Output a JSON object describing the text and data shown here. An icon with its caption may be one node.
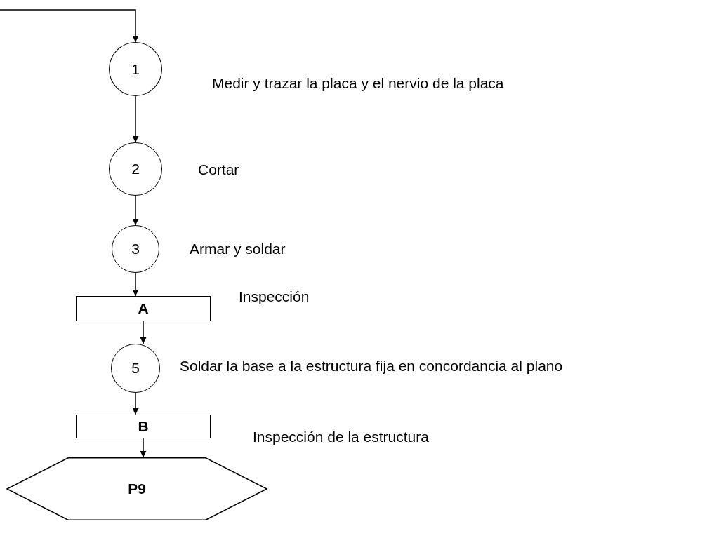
{
  "diagram": {
    "nodes": [
      {
        "text": [
          "1"
        ],
        "beside": [
          "Medir y trazar la placa y el nervio de la placa"
        ]
      },
      {
        "text": [
          "2"
        ],
        "beside": [
          "Cortar"
        ]
      },
      {
        "text": [
          "3"
        ],
        "beside": [
          "Armar y soldar"
        ]
      },
      {
        "text": [
          "A"
        ],
        "beside": [
          "Inspección"
        ]
      },
      {
        "text": [
          "5"
        ],
        "beside": [
          "Soldar la base a la estructura fija en concordancia al plano"
        ]
      },
      {
        "text": [
          "B"
        ]
      },
      {
        "text": [
          "P9"
        ]
      }
    ],
    "edges": [
      {
        "from": null,
        "to": 0,
        "arrow": "to"
      },
      {
        "from": 0,
        "to": 1,
        "arrow": "to"
      },
      {
        "from": 1,
        "to": 2,
        "arrow": "to"
      },
      {
        "from": 2,
        "to": 3,
        "arrow": "to"
      },
      {
        "from": 3,
        "to": 4,
        "arrow": "to"
      },
      {
        "from": 4,
        "to": 5,
        "arrow": "to"
      },
      {
        "from": 5,
        "to": 6,
        "arrow": "to"
      }
    ],
    "labels": [
      "Inspección de la estructura"
    ]
  }
}
